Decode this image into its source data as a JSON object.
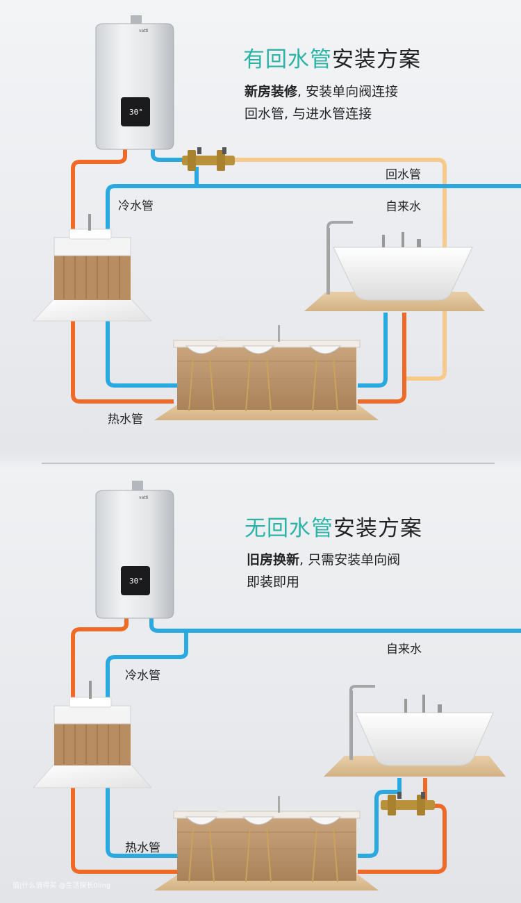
{
  "colors": {
    "hot": "#ee6a26",
    "cold": "#2aa8e0",
    "return": "#f7c98a",
    "accent": "#2bb3a6"
  },
  "top": {
    "title_highlight": "有回水管",
    "title_rest": "安装方案",
    "desc_bold": "新房装修",
    "desc_line1_rest": ", 安装单向阀连接",
    "desc_line2": "回水管, 与进水管连接",
    "heater_display": "30°",
    "labels": {
      "return_pipe": "回水管",
      "tap_water": "自来水",
      "cold_pipe": "冷水管",
      "hot_pipe": "热水管"
    }
  },
  "bottom": {
    "title_highlight": "无回水管",
    "title_rest": "安装方案",
    "desc_bold": "旧房换新",
    "desc_line1_rest": ", 只需安装单向阀",
    "desc_line2": "即装即用",
    "heater_display": "30°",
    "labels": {
      "tap_water": "自来水",
      "cold_pipe": "冷水管",
      "hot_pipe": "热水管"
    }
  },
  "watermark": "值|什么值得买 @生活探长0ling"
}
